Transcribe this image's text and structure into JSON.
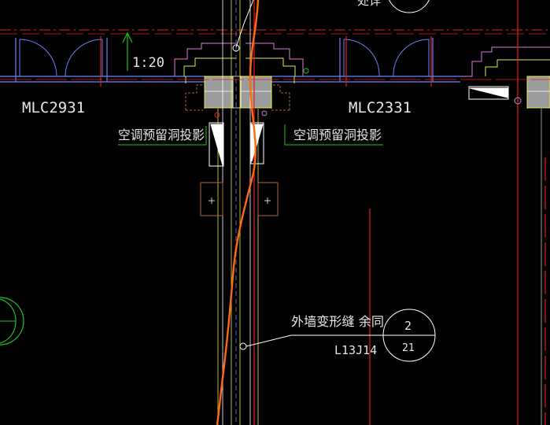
{
  "drawing": {
    "labels": {
      "scale": "1:20",
      "window_left": "MLC2931",
      "window_right": "MLC2331",
      "ac_note_left": "空调预留洞投影",
      "ac_note_right": "空调预留洞投影",
      "joint_note": "外墙变形缝 余同",
      "ref_code": "L13J14",
      "callout_top": "2",
      "callout_bottom": "21",
      "top_fragment": "处详"
    },
    "colors": {
      "background": "#000000",
      "wall_blue": "#6d7fff",
      "red_line": "#e0201c",
      "yellow": "#e8e84a",
      "magenta": "#e07ae0",
      "orange": "#ff6a13",
      "green": "#22c020",
      "brown": "#b06a3a",
      "gray_fill": "#9c9c9c",
      "white": "#ffffff"
    }
  }
}
